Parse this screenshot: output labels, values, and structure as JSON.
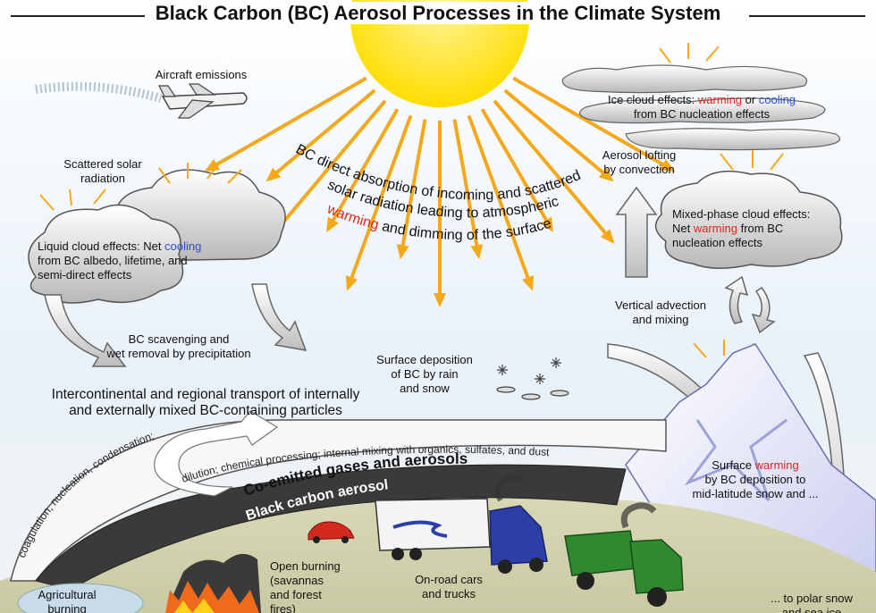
{
  "title": "Black Carbon (BC) Aerosol Processes in the Climate System",
  "labels": {
    "aircraft": "Aircraft emissions",
    "scattered_1": "Scattered solar",
    "scattered_2": "radiation",
    "liquid_1a": "Liquid cloud effects:  Net ",
    "liquid_1b": "cooling",
    "liquid_2": "from BC albedo, lifetime, and",
    "liquid_3": "semi-direct effects",
    "scavenging_1": "BC scavenging and",
    "scavenging_2": "wet removal by precipitation",
    "transport_1": "Intercontinental and regional transport of internally",
    "transport_2": "and  externally mixed BC-containing particles",
    "direct_1": "BC direct absorption of incoming and scattered",
    "direct_2": "solar radiation leading to atmospheric",
    "direct_3a": "warming",
    "direct_3b": " and dimming of the surface",
    "ice_1a": "Ice cloud effects: ",
    "ice_1b": "warming",
    "ice_1c": " or ",
    "ice_1d": "cooling",
    "ice_2": "from BC nucleation effects",
    "lofting_1": "Aerosol lofting",
    "lofting_2": "by convection",
    "mixed_1": "Mixed-phase cloud effects:",
    "mixed_2a": "Net ",
    "mixed_2b": "warming",
    "mixed_2c": " from BC",
    "mixed_3": "nucleation effects",
    "advection_1": "Vertical advection",
    "advection_2": "and mixing",
    "deposition_1": "Surface deposition",
    "deposition_2": "of BC by rain",
    "deposition_3": "and snow",
    "surface_1a": "Surface ",
    "surface_1b": "warming",
    "surface_2": "by BC deposition to",
    "surface_3": "mid-latitude snow and ...",
    "polar_1": "... to polar snow",
    "polar_2": "and sea ice",
    "arc_outer": "coagulation, nucleation, condensation;",
    "arc_inner": "dilution; chemical processing; internal mixing with organics, sulfates, and dust",
    "arc_gases": "Co-emitted gases and aerosols",
    "arc_bc": "Black carbon aerosol",
    "burning_1": "Open burning",
    "burning_2": "(savannas",
    "burning_3": "and forest",
    "burning_4": "fires)",
    "cars_1": "On-road cars",
    "cars_2": "and trucks",
    "agri_1": "Agricultural",
    "agri_2": "burning"
  },
  "colors": {
    "sun": "#ffe100",
    "ray": "#f5a81a",
    "warming": "#d8281e",
    "cooling": "#2a4fd0",
    "bc_band": "#3a3a3a",
    "truck_blue": "#2c3ea8",
    "truck_green": "#2f8a2f",
    "car_red": "#d42a1e"
  }
}
